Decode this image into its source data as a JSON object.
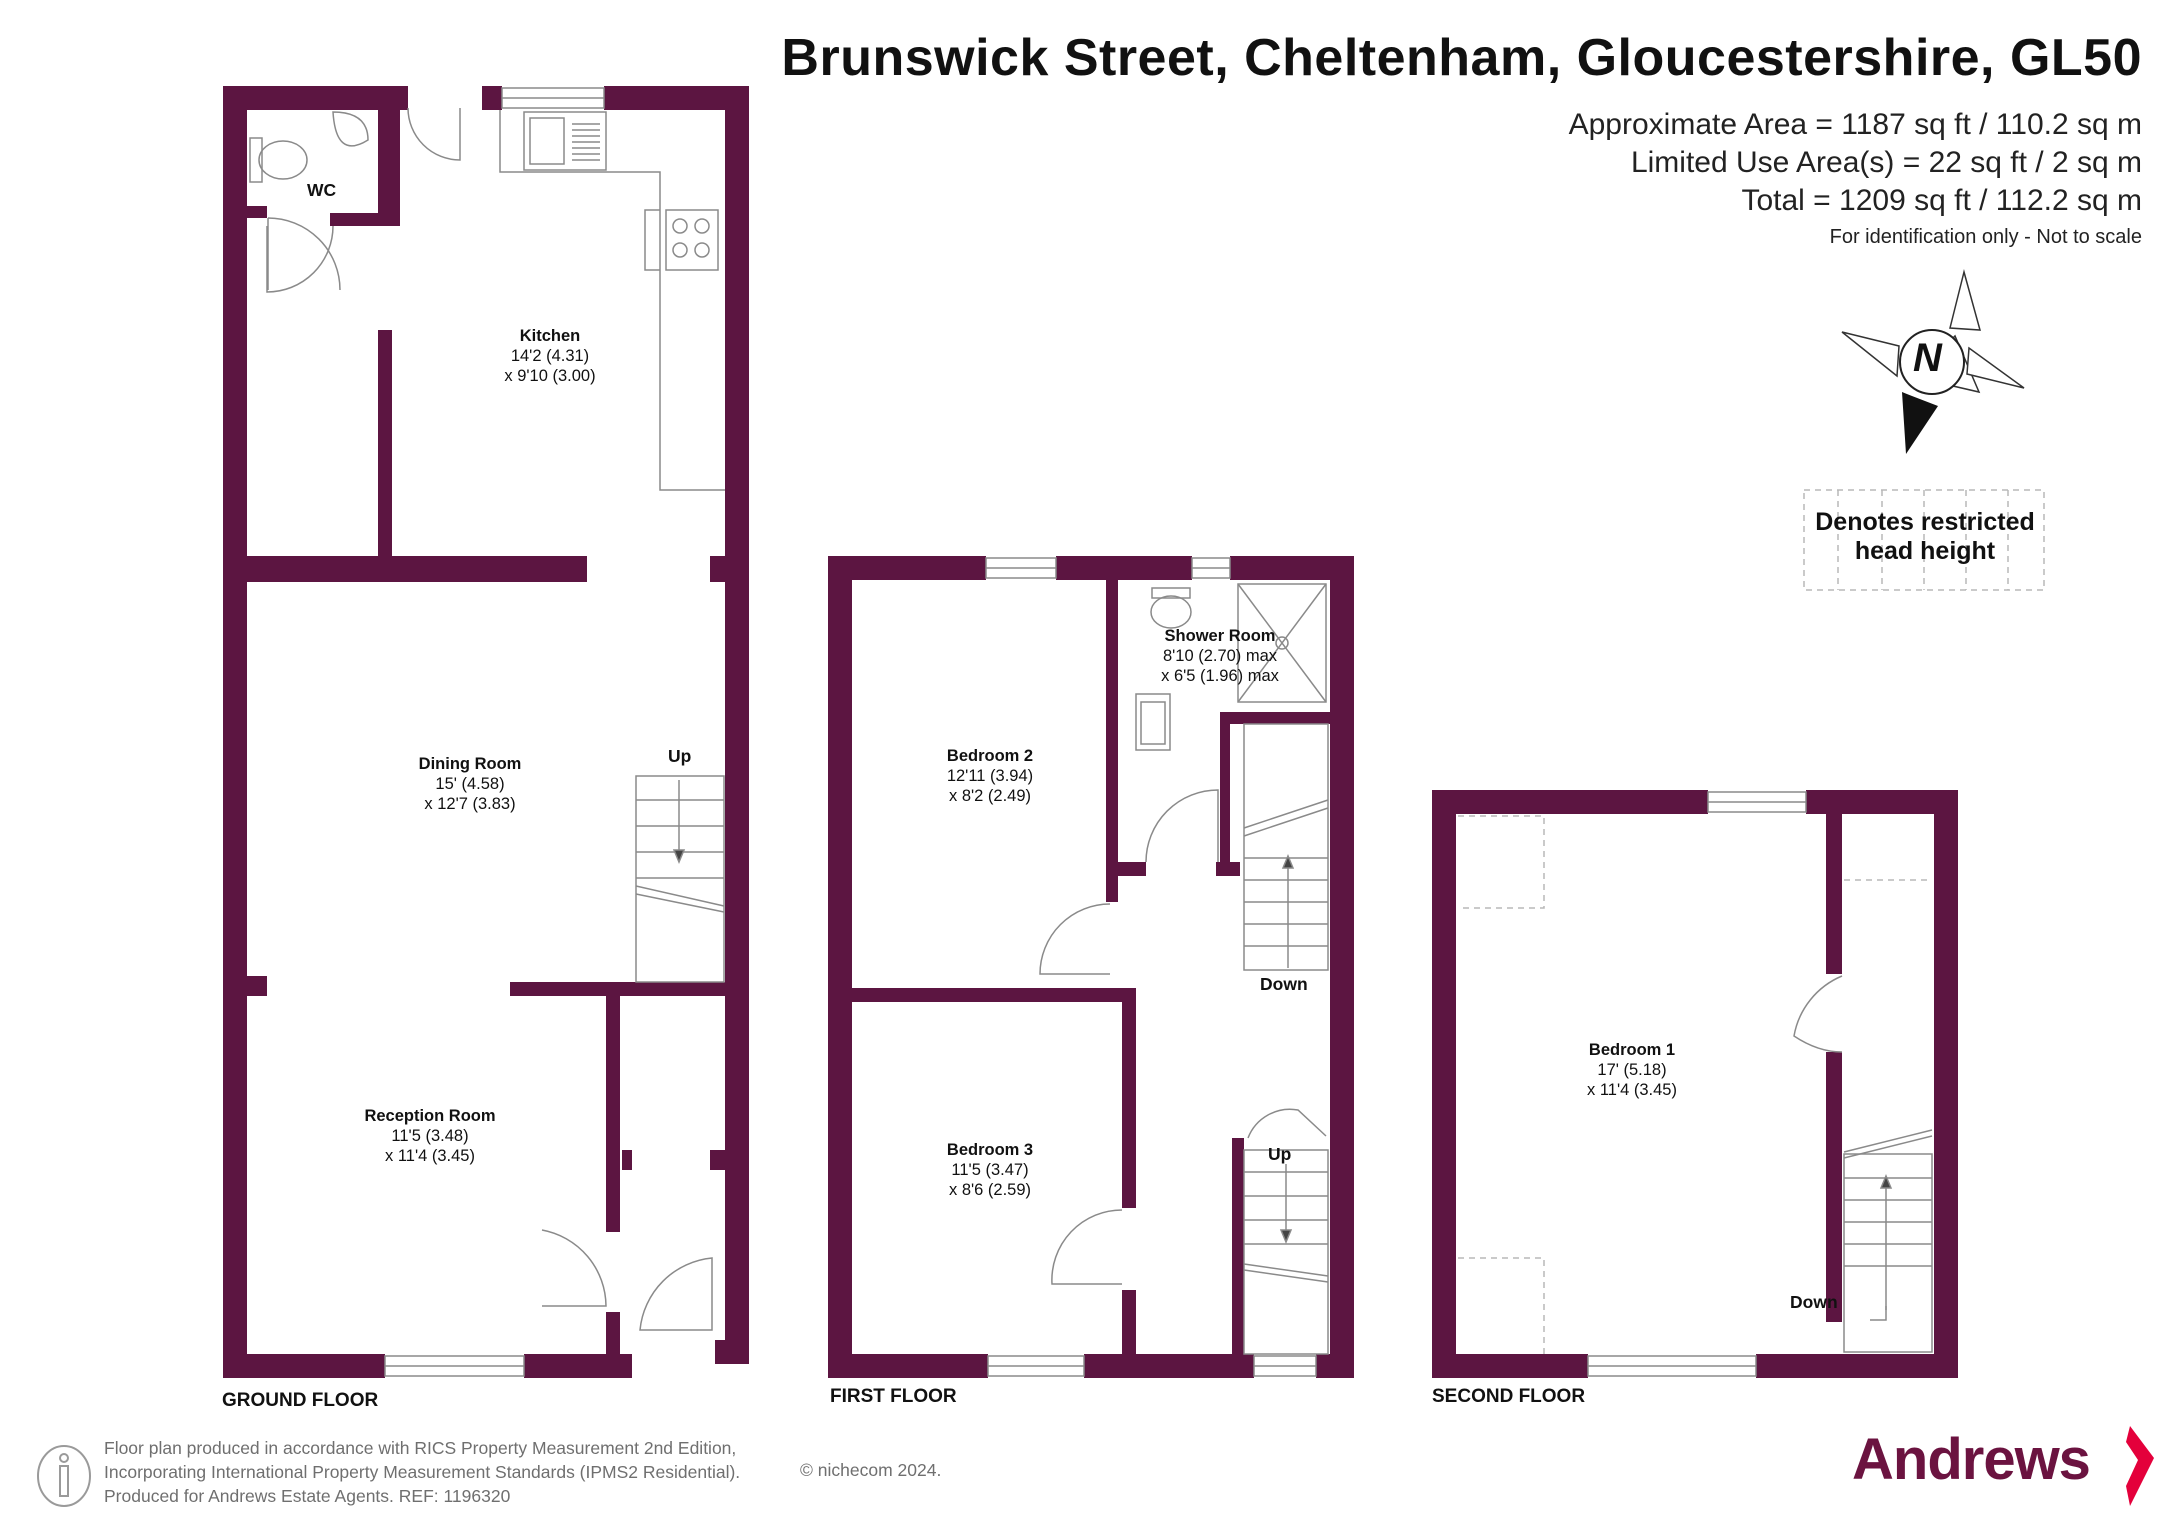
{
  "header": {
    "title": "Brunswick Street, Cheltenham, Gloucestershire, GL50",
    "approx_area": "Approximate Area = 1187 sq ft / 110.2 sq m",
    "limited_area": "Limited Use Area(s) = 22 sq ft / 2 sq m",
    "total_area": "Total = 1209 sq ft / 112.2 sq m",
    "note": "For identification only - Not to scale"
  },
  "compass": {
    "letter": "N"
  },
  "legend": {
    "restricted_line1": "Denotes restricted",
    "restricted_line2": "head height"
  },
  "floors": {
    "ground": "GROUND FLOOR",
    "first": "FIRST FLOOR",
    "second": "SECOND FLOOR"
  },
  "rooms": {
    "wc": {
      "name": "WC"
    },
    "kitchen": {
      "name": "Kitchen",
      "dim1": "14'2 (4.31)",
      "dim2": "x 9'10 (3.00)"
    },
    "dining": {
      "name": "Dining Room",
      "dim1": "15' (4.58)",
      "dim2": "x 12'7 (3.83)"
    },
    "reception": {
      "name": "Reception Room",
      "dim1": "11'5 (3.48)",
      "dim2": "x 11'4 (3.45)"
    },
    "bedroom2": {
      "name": "Bedroom 2",
      "dim1": "12'11 (3.94)",
      "dim2": "x 8'2 (2.49)"
    },
    "shower": {
      "name": "Shower Room",
      "dim1": "8'10 (2.70) max",
      "dim2": "x 6'5 (1.96) max"
    },
    "bedroom3": {
      "name": "Bedroom 3",
      "dim1": "11'5 (3.47)",
      "dim2": "x 8'6 (2.59)"
    },
    "bedroom1": {
      "name": "Bedroom 1",
      "dim1": "17' (5.18)",
      "dim2": "x 11'4 (3.45)"
    }
  },
  "stairs": {
    "ground_up": "Up",
    "first_down": "Down",
    "first_up": "Up",
    "second_down": "Down"
  },
  "footer": {
    "line1": "Floor plan produced in accordance with RICS Property Measurement 2nd Edition,",
    "line2": "Incorporating International Property Measurement Standards (IPMS2 Residential).",
    "line3": "Produced for Andrews Estate Agents.   REF: 1196320",
    "copyright": "© nichecom 2024."
  },
  "brand": {
    "name": "Andrews"
  },
  "colors": {
    "wall": "#5c1541",
    "brand": "#6b1340",
    "accent": "#e4003b"
  }
}
